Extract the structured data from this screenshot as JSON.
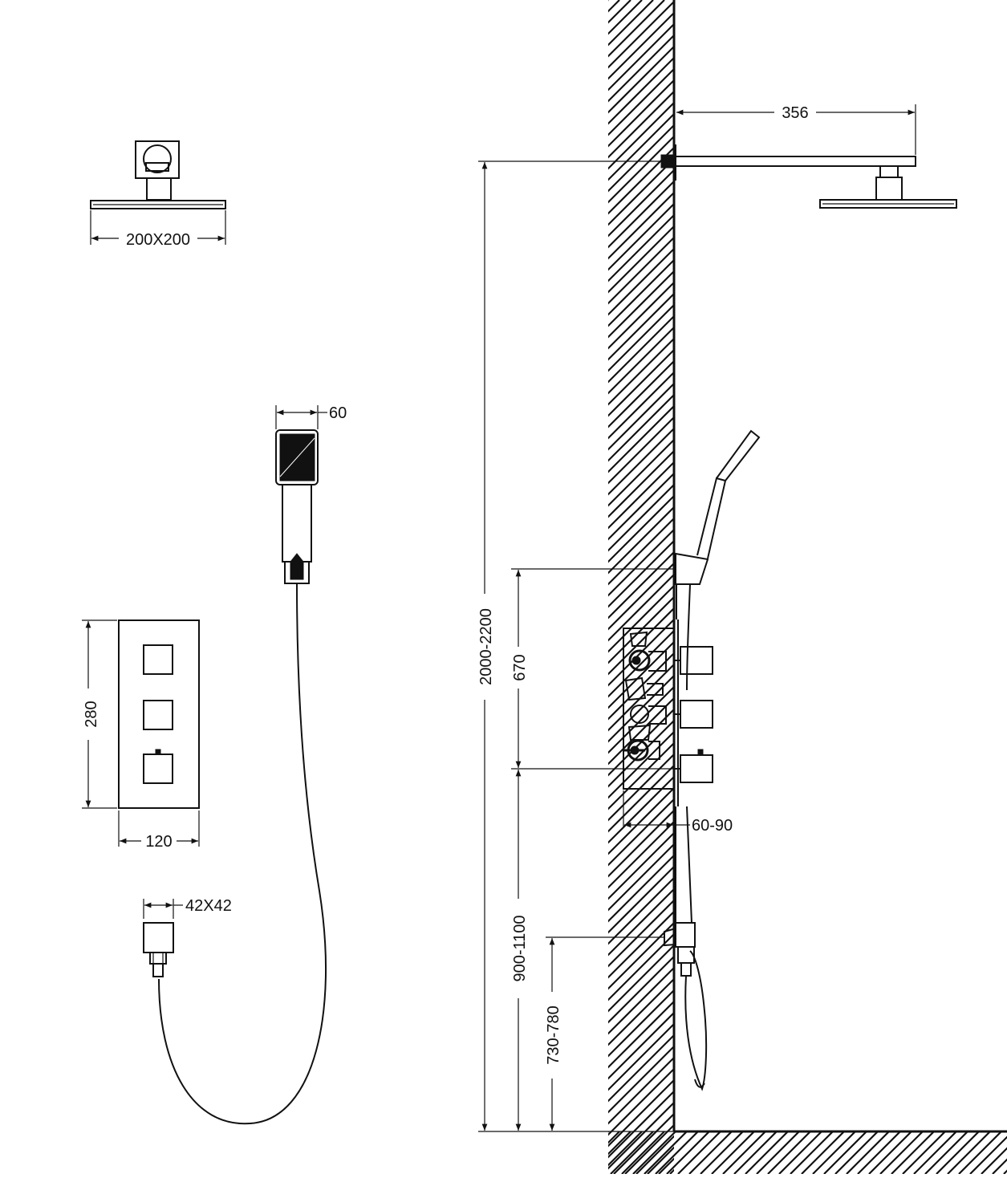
{
  "dimensions": {
    "shower_head_size": "200X200",
    "hand_shower_width": "60",
    "valve_plate_height": "280",
    "valve_plate_width": "120",
    "outlet_size": "42X42",
    "arm_length": "356",
    "head_height": "2000-2200",
    "holder_above_valve": "670",
    "valve_depth": "60-90",
    "valve_height": "900-1100",
    "outlet_height": "730-780"
  },
  "colors": {
    "ink": "#111111",
    "paper": "#ffffff"
  }
}
